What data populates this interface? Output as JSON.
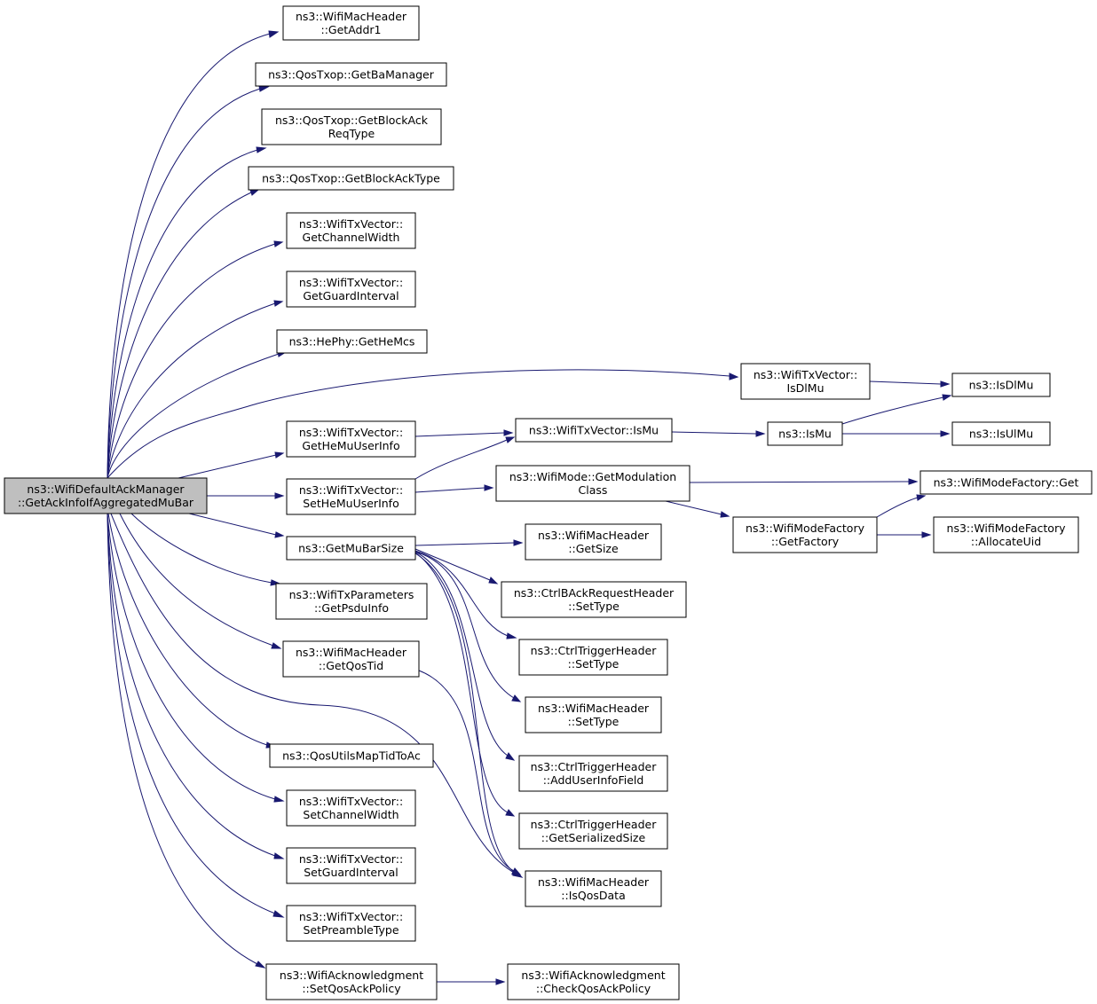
{
  "diagram": {
    "type": "call-graph",
    "nodes": [
      {
        "id": "root",
        "lines": [
          "ns3::WifiDefaultAckManager",
          "::GetAckInfoIfAggregatedMuBar"
        ],
        "highlighted": true
      },
      {
        "id": "n_addr1",
        "lines": [
          "ns3::WifiMacHeader",
          "::GetAddr1"
        ]
      },
      {
        "id": "n_bamgr",
        "lines": [
          "ns3::QosTxop::GetBaManager"
        ]
      },
      {
        "id": "n_bareq",
        "lines": [
          "ns3::QosTxop::GetBlockAck",
          "ReqType"
        ]
      },
      {
        "id": "n_batype",
        "lines": [
          "ns3::QosTxop::GetBlockAckType"
        ]
      },
      {
        "id": "n_chw",
        "lines": [
          "ns3::WifiTxVector::",
          "GetChannelWidth"
        ]
      },
      {
        "id": "n_gi",
        "lines": [
          "ns3::WifiTxVector::",
          "GetGuardInterval"
        ]
      },
      {
        "id": "n_hemcs",
        "lines": [
          "ns3::HePhy::GetHeMcs"
        ]
      },
      {
        "id": "n_isdlmu_v",
        "lines": [
          "ns3::WifiTxVector::",
          "IsDlMu"
        ]
      },
      {
        "id": "n_isdlmu",
        "lines": [
          "ns3::IsDlMu"
        ]
      },
      {
        "id": "n_gethemu",
        "lines": [
          "ns3::WifiTxVector::",
          "GetHeMuUserInfo"
        ]
      },
      {
        "id": "n_ismu_v",
        "lines": [
          "ns3::WifiTxVector::IsMu"
        ]
      },
      {
        "id": "n_ismu",
        "lines": [
          "ns3::IsMu"
        ]
      },
      {
        "id": "n_isulmu",
        "lines": [
          "ns3::IsUlMu"
        ]
      },
      {
        "id": "n_sethemu",
        "lines": [
          "ns3::WifiTxVector::",
          "SetHeMuUserInfo"
        ]
      },
      {
        "id": "n_modclass",
        "lines": [
          "ns3::WifiMode::GetModulation",
          "Class"
        ]
      },
      {
        "id": "n_mfget",
        "lines": [
          "ns3::WifiModeFactory::Get"
        ]
      },
      {
        "id": "n_mffactory",
        "lines": [
          "ns3::WifiModeFactory",
          "::GetFactory"
        ]
      },
      {
        "id": "n_mfuid",
        "lines": [
          "ns3::WifiModeFactory",
          "::AllocateUid"
        ]
      },
      {
        "id": "n_mubar",
        "lines": [
          "ns3::GetMuBarSize"
        ]
      },
      {
        "id": "n_getsize",
        "lines": [
          "ns3::WifiMacHeader",
          "::GetSize"
        ]
      },
      {
        "id": "n_psdu",
        "lines": [
          "ns3::WifiTxParameters",
          "::GetPsduInfo"
        ]
      },
      {
        "id": "n_bareqset",
        "lines": [
          "ns3::CtrlBAckRequestHeader",
          "::SetType"
        ]
      },
      {
        "id": "n_trigset",
        "lines": [
          "ns3::CtrlTriggerHeader",
          "::SetType"
        ]
      },
      {
        "id": "n_qostid",
        "lines": [
          "ns3::WifiMacHeader",
          "::GetQosTid"
        ]
      },
      {
        "id": "n_macset",
        "lines": [
          "ns3::WifiMacHeader",
          "::SetType"
        ]
      },
      {
        "id": "n_tidtoac",
        "lines": [
          "ns3::QosUtilsMapTidToAc"
        ]
      },
      {
        "id": "n_adduser",
        "lines": [
          "ns3::CtrlTriggerHeader",
          "::AddUserInfoField"
        ]
      },
      {
        "id": "n_setchw",
        "lines": [
          "ns3::WifiTxVector::",
          "SetChannelWidth"
        ]
      },
      {
        "id": "n_serial",
        "lines": [
          "ns3::CtrlTriggerHeader",
          "::GetSerializedSize"
        ]
      },
      {
        "id": "n_setgi",
        "lines": [
          "ns3::WifiTxVector::",
          "SetGuardInterval"
        ]
      },
      {
        "id": "n_isqos",
        "lines": [
          "ns3::WifiMacHeader",
          "::IsQosData"
        ]
      },
      {
        "id": "n_setpre",
        "lines": [
          "ns3::WifiTxVector::",
          "SetPreambleType"
        ]
      },
      {
        "id": "n_setack",
        "lines": [
          "ns3::WifiAcknowledgment",
          "::SetQosAckPolicy"
        ]
      },
      {
        "id": "n_checkack",
        "lines": [
          "ns3::WifiAcknowledgment",
          "::CheckQosAckPolicy"
        ]
      }
    ],
    "edges": [
      [
        "root",
        "n_addr1"
      ],
      [
        "root",
        "n_bamgr"
      ],
      [
        "root",
        "n_bareq"
      ],
      [
        "root",
        "n_batype"
      ],
      [
        "root",
        "n_chw"
      ],
      [
        "root",
        "n_gi"
      ],
      [
        "root",
        "n_hemcs"
      ],
      [
        "root",
        "n_isdlmu_v"
      ],
      [
        "root",
        "n_gethemu"
      ],
      [
        "root",
        "n_sethemu"
      ],
      [
        "root",
        "n_mubar"
      ],
      [
        "root",
        "n_psdu"
      ],
      [
        "root",
        "n_qostid"
      ],
      [
        "root",
        "n_isqos"
      ],
      [
        "root",
        "n_tidtoac"
      ],
      [
        "root",
        "n_setchw"
      ],
      [
        "root",
        "n_setgi"
      ],
      [
        "root",
        "n_setpre"
      ],
      [
        "root",
        "n_setack"
      ],
      [
        "n_isdlmu_v",
        "n_isdlmu"
      ],
      [
        "n_gethemu",
        "n_ismu_v"
      ],
      [
        "n_sethemu",
        "n_ismu_v"
      ],
      [
        "n_sethemu",
        "n_modclass"
      ],
      [
        "n_ismu_v",
        "n_ismu"
      ],
      [
        "n_ismu",
        "n_isdlmu"
      ],
      [
        "n_ismu",
        "n_isulmu"
      ],
      [
        "n_modclass",
        "n_mfget"
      ],
      [
        "n_modclass",
        "n_mffactory"
      ],
      [
        "n_mffactory",
        "n_mfget"
      ],
      [
        "n_mffactory",
        "n_mfuid"
      ],
      [
        "n_mubar",
        "n_getsize"
      ],
      [
        "n_mubar",
        "n_bareqset"
      ],
      [
        "n_mubar",
        "n_trigset"
      ],
      [
        "n_mubar",
        "n_macset"
      ],
      [
        "n_mubar",
        "n_adduser"
      ],
      [
        "n_mubar",
        "n_serial"
      ],
      [
        "n_mubar",
        "n_isqos"
      ],
      [
        "n_qostid",
        "n_isqos"
      ],
      [
        "n_setack",
        "n_checkack"
      ]
    ]
  },
  "colors": {
    "edge": "#191970",
    "node_border": "#000000",
    "root_fill": "#bfbfbf",
    "node_fill": "#ffffff"
  }
}
